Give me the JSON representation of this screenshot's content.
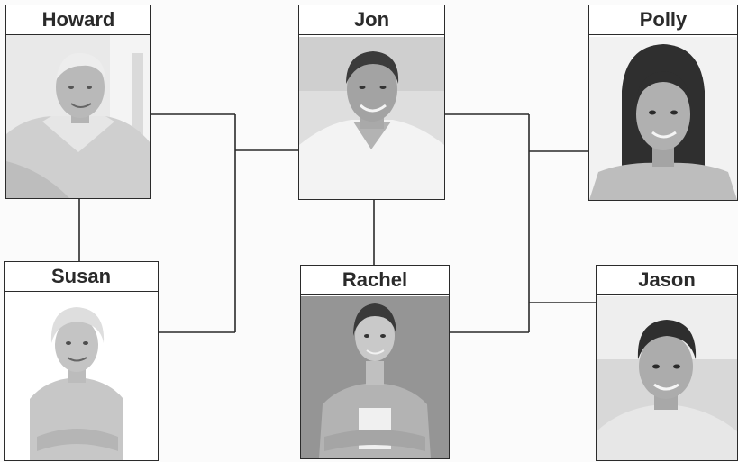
{
  "people": {
    "howard": {
      "name": "Howard"
    },
    "jon": {
      "name": "Jon"
    },
    "polly": {
      "name": "Polly"
    },
    "susan": {
      "name": "Susan"
    },
    "rachel": {
      "name": "Rachel"
    },
    "jason": {
      "name": "Jason"
    }
  },
  "relationships": {
    "couples": [
      [
        "howard",
        "susan"
      ],
      [
        "jon",
        "rachel"
      ]
    ],
    "children": {
      "howard_susan": [
        "jon"
      ],
      "jon_rachel": [
        "polly",
        "jason"
      ]
    }
  },
  "colors": {
    "line": "#2b2b2b",
    "label_text": "#2a2a2a",
    "background": "#fbfbfb"
  }
}
